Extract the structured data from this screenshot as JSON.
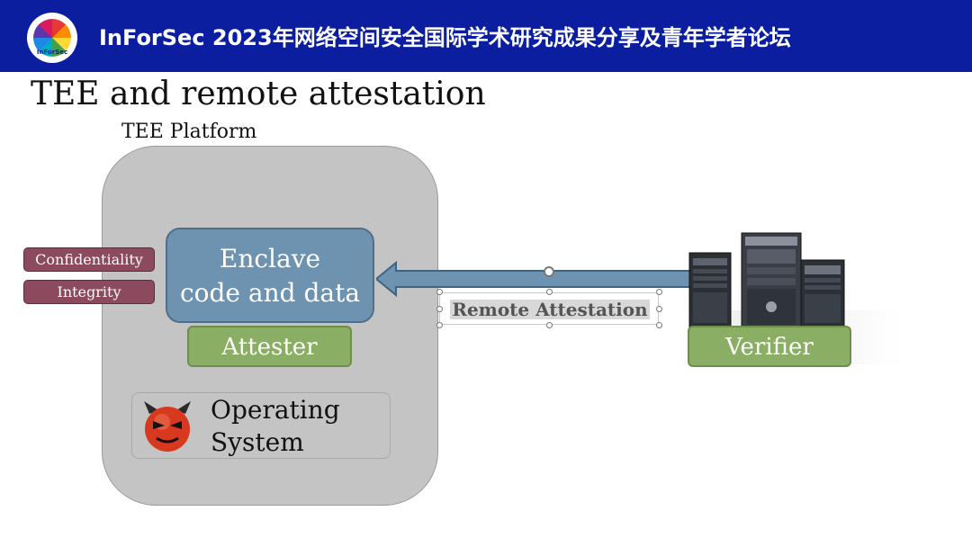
{
  "header": {
    "logo_text": "InForSec",
    "title": "InForSec 2023年网络空间安全国际学术研究成果分享及青年学者论坛"
  },
  "slide": {
    "title": "TEE and remote attestation",
    "platform_label": "TEE Platform",
    "enclave_line1": "Enclave",
    "enclave_line2": "code and data",
    "attester": "Attester",
    "os_line1": "Operating",
    "os_line2": "System",
    "confidentiality": "Confidentiality",
    "integrity": "Integrity",
    "remote_attestation": "Remote Attestation",
    "verifier": "Verifier"
  },
  "colors": {
    "header_bg": "#0b1ea0",
    "platform_bg": "#c4c4c4",
    "enclave": "#6e93b0",
    "green_box": "#8aae63",
    "tag": "#8c4a5e"
  },
  "icons": {
    "devil": "devil-face-icon",
    "servers": "server-rack-icon",
    "arrow": "double-arrow"
  }
}
